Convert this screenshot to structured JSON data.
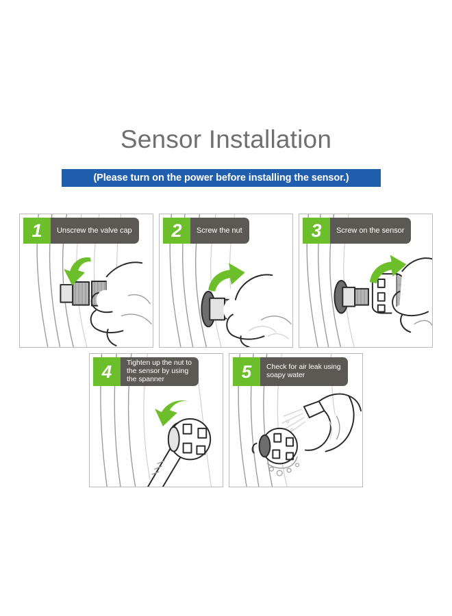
{
  "header": {
    "title": "Sensor Installation",
    "notice": "(Please turn on the power before installing the sensor.)",
    "notice_bg": "#1f5fad",
    "title_color": "#6f6f6f"
  },
  "theme": {
    "accent_green": "#6cbe2a",
    "label_gray": "#5c5955",
    "panel_border": "#b9b9b9",
    "page_bg": "#ffffff"
  },
  "steps": [
    {
      "number": "1",
      "text": "Unscrew the valve cap",
      "icon": "hand-unscrewing-valve-cap-icon",
      "arrow": "curved-arrow-down-icon"
    },
    {
      "number": "2",
      "text": "Screw the nut",
      "icon": "hand-screwing-nut-icon",
      "arrow": "curved-arrow-up-right-icon"
    },
    {
      "number": "3",
      "text": "Screw on the sensor",
      "icon": "hand-screwing-sensor-icon",
      "arrow": "curved-arrow-up-right-icon"
    },
    {
      "number": "4",
      "text": "Tighten up the nut to\nthe sensor by using\nthe spanner",
      "icon": "spanner-tightening-sensor-icon",
      "arrow": "curved-arrow-down-left-icon"
    },
    {
      "number": "5",
      "text": "Check for air leak using\nsoapy water",
      "icon": "spray-bottle-soapy-water-icon",
      "arrow": ""
    }
  ]
}
